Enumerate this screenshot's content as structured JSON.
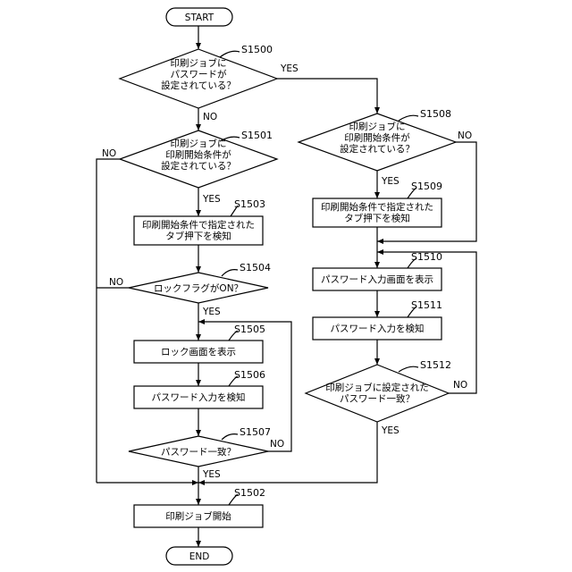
{
  "start": "START",
  "end": "END",
  "yes": "YES",
  "no": "NO",
  "steps": {
    "s1500": "S1500",
    "s1501": "S1501",
    "s1502": "S1502",
    "s1503": "S1503",
    "s1504": "S1504",
    "s1505": "S1505",
    "s1506": "S1506",
    "s1507": "S1507",
    "s1508": "S1508",
    "s1509": "S1509",
    "s1510": "S1510",
    "s1511": "S1511",
    "s1512": "S1512"
  },
  "nodes": {
    "d1500": [
      "印刷ジョブに",
      "パスワードが",
      "設定されている？"
    ],
    "d1501": [
      "印刷ジョブに",
      "印刷開始条件が",
      "設定されている？"
    ],
    "p1503": [
      "印刷開始条件で指定された",
      "タブ押下を検知"
    ],
    "d1504": "ロックフラグがON？",
    "p1505": "ロック画面を表示",
    "p1506": "パスワード入力を検知",
    "d1507": "パスワード一致？",
    "p1502": "印刷ジョブ開始",
    "d1508": [
      "印刷ジョブに",
      "印刷開始条件が",
      "設定されている？"
    ],
    "p1509": [
      "印刷開始条件で指定された",
      "タブ押下を検知"
    ],
    "p1510": "パスワード入力画面を表示",
    "p1511": "パスワード入力を検知",
    "d1512": [
      "印刷ジョブに設定された",
      "パスワード一致？"
    ]
  }
}
